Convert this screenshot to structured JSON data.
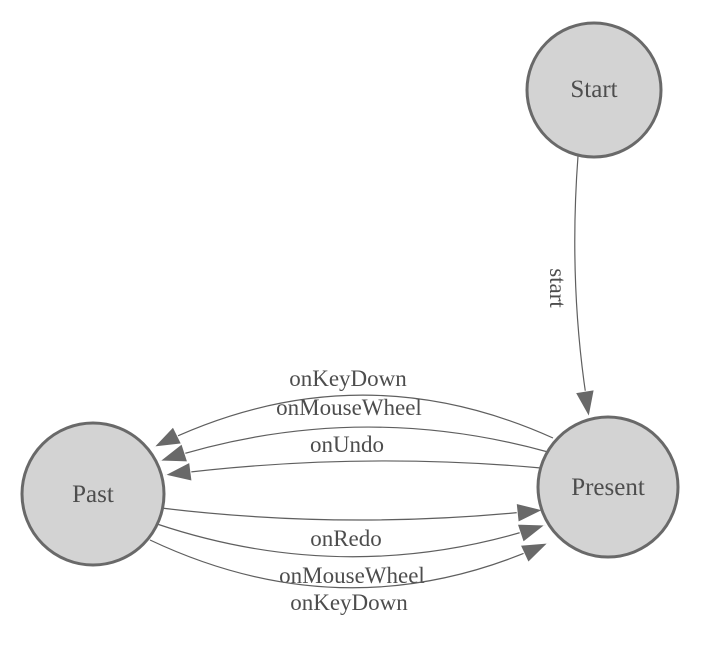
{
  "diagram": {
    "kind": "state-machine",
    "nodes": [
      {
        "id": "start",
        "label": "Start"
      },
      {
        "id": "past",
        "label": "Past"
      },
      {
        "id": "present",
        "label": "Present"
      }
    ],
    "edges": [
      {
        "from": "start",
        "to": "present",
        "label": "start"
      },
      {
        "from": "present",
        "to": "past",
        "label": "onKeyDown"
      },
      {
        "from": "present",
        "to": "past",
        "label": "onMouseWheel"
      },
      {
        "from": "present",
        "to": "past",
        "label": "onUndo"
      },
      {
        "from": "past",
        "to": "present",
        "label": "onRedo"
      },
      {
        "from": "past",
        "to": "present",
        "label": "onMouseWheel"
      },
      {
        "from": "past",
        "to": "present",
        "label": "onKeyDown"
      }
    ],
    "colors": {
      "background": "#ffffff",
      "node_fill": "#d3d3d3",
      "node_border": "#696969",
      "edge_line": "#5f5f5f",
      "arrowhead": "#696969",
      "label_text": "#4d4d4d"
    }
  }
}
